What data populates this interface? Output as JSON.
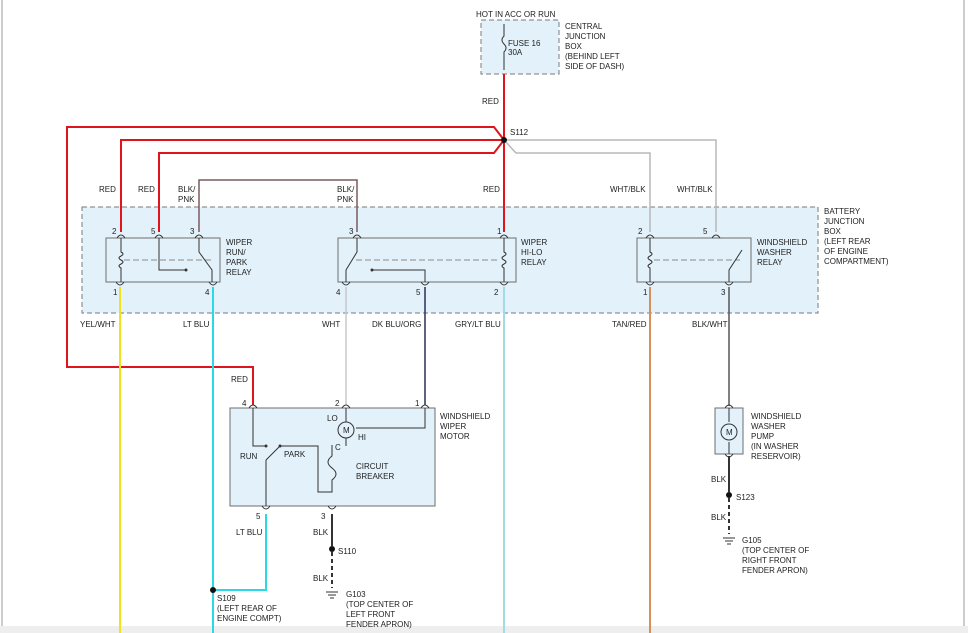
{
  "labels": {
    "hot_in_acc": "HOT IN ACC OR RUN",
    "fuse": "FUSE 16",
    "fuse_rating": "30A",
    "cjb": [
      "CENTRAL",
      "JUNCTION",
      "BOX",
      "(BEHIND LEFT",
      "SIDE OF DASH)"
    ],
    "s112": "S112",
    "bjb": [
      "BATTERY",
      "JUNCTION",
      "BOX",
      "(LEFT REAR",
      "OF ENGINE",
      "COMPARTMENT)"
    ],
    "run_park": [
      "WIPER",
      "RUN/",
      "PARK",
      "RELAY"
    ],
    "hi_lo": [
      "WIPER",
      "HI-LO",
      "RELAY"
    ],
    "washer_relay": [
      "WINDSHIELD",
      "WASHER",
      "RELAY"
    ],
    "wiper_motor": [
      "WINDSHIELD",
      "WIPER",
      "MOTOR"
    ],
    "lo": "LO",
    "hi": "HI",
    "c": "C",
    "m": "M",
    "run": "RUN",
    "park": "PARK",
    "circuit_breaker": [
      "CIRCUIT",
      "BREAKER"
    ],
    "washer_pump": [
      "WINDSHIELD",
      "WASHER",
      "PUMP",
      "(IN WASHER",
      "RESERVOIR)"
    ],
    "s123": "S123",
    "g105": [
      "G105",
      "(TOP CENTER OF",
      "RIGHT FRONT",
      "FENDER APRON)"
    ],
    "s110": "S110",
    "g103": [
      "G103",
      "(TOP CENTER OF",
      "LEFT FRONT",
      "FENDER APRON)"
    ],
    "s109": [
      "S109",
      "(LEFT REAR OF",
      "ENGINE COMPT)"
    ]
  },
  "wires": {
    "red": "RED",
    "blk_pnk_1": "BLK/",
    "blk_pnk_2": "PNK",
    "wht_blk": "WHT/BLK",
    "yel_wht": "YEL/WHT",
    "lt_blu": "LT BLU",
    "wht": "WHT",
    "dk_blu_org": "DK BLU/ORG",
    "gry_lt_blu": "GRY/LT BLU",
    "tan_red": "TAN/RED",
    "blk_wht": "BLK/WHT",
    "blk": "BLK"
  },
  "pins": {
    "p1": "1",
    "p2": "2",
    "p3": "3",
    "p4": "4",
    "p5": "5"
  },
  "colors": {
    "red_wire": "#e0141b",
    "lt_blu_wire": "#2ad8e8",
    "yel_wht_wire": "#f2e21a",
    "tan_red_wire": "#d89058",
    "box_fill": "#e3f1fa"
  }
}
